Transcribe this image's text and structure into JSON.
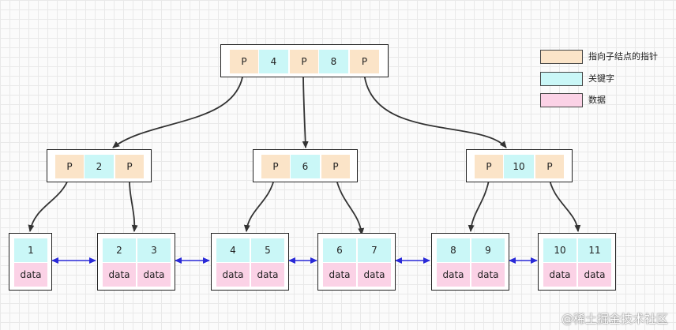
{
  "legend": {
    "pointer": "指向子结点的指针",
    "key": "关键字",
    "data": "数据"
  },
  "root": {
    "cells": [
      "P",
      "4",
      "P",
      "8",
      "P"
    ]
  },
  "internal": [
    {
      "cells": [
        "P",
        "2",
        "P"
      ]
    },
    {
      "cells": [
        "P",
        "6",
        "P"
      ]
    },
    {
      "cells": [
        "P",
        "10",
        "P"
      ]
    }
  ],
  "leaves": [
    {
      "keys": [
        "1"
      ],
      "data": [
        "data"
      ]
    },
    {
      "keys": [
        "2",
        "3"
      ],
      "data": [
        "data",
        "data"
      ]
    },
    {
      "keys": [
        "4",
        "5"
      ],
      "data": [
        "data",
        "data"
      ]
    },
    {
      "keys": [
        "6",
        "7"
      ],
      "data": [
        "data",
        "data"
      ]
    },
    {
      "keys": [
        "8",
        "9"
      ],
      "data": [
        "data",
        "data"
      ]
    },
    {
      "keys": [
        "10",
        "11"
      ],
      "data": [
        "data",
        "data"
      ]
    }
  ],
  "watermark": "@稀土掘金技术社区",
  "colors": {
    "pointer": "#fbe4c8",
    "key": "#caf7f7",
    "data": "#fbd2e6",
    "tree_edge": "#333333",
    "leaf_link": "#2a2ad8"
  }
}
